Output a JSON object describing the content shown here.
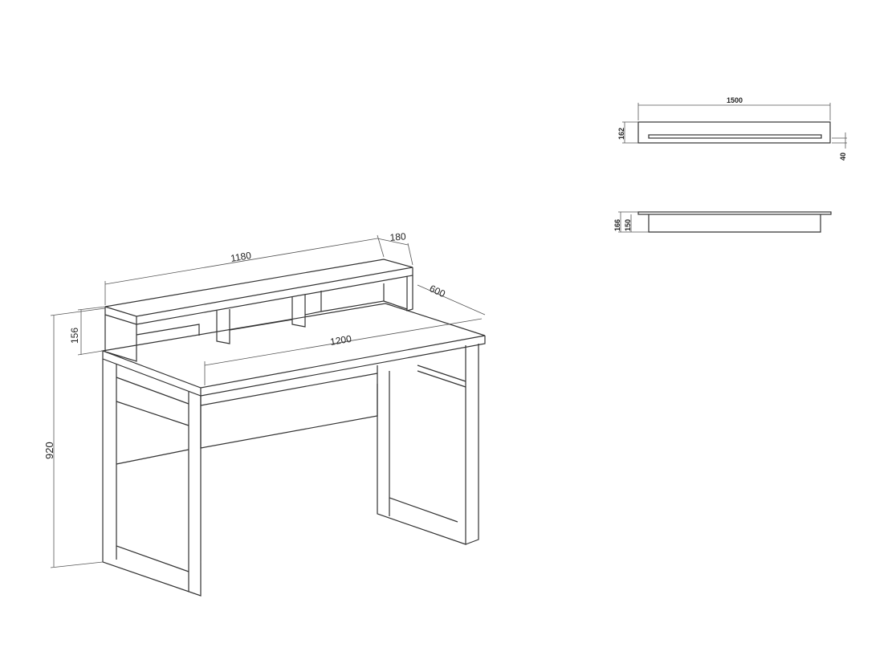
{
  "desk_view": {
    "dim_hutch_width": "1180",
    "dim_hutch_depth": "180",
    "dim_desk_depth": "600",
    "dim_hutch_height": "156",
    "dim_desk_width": "1200",
    "dim_total_height": "920"
  },
  "top_view": {
    "dim_width": "1500",
    "dim_depth": "162",
    "dim_slot": "40"
  },
  "side_view": {
    "dim_total": "166",
    "dim_inner": "150"
  }
}
